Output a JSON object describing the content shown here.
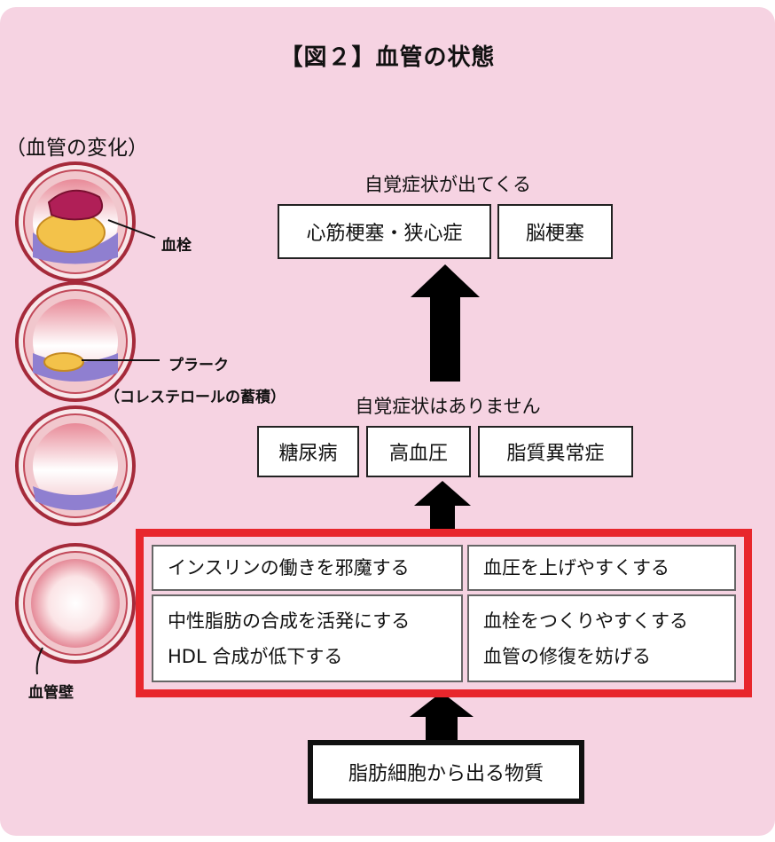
{
  "title": "【図２】血管の状態",
  "vessel_caption": "（血管の変化）",
  "vessel_labels": {
    "thrombus": "血栓",
    "plaque": "プラーク",
    "plaque_note": "（コレステロールの蓄積）",
    "wall": "血管壁"
  },
  "top_status": "自覚症状が出てくる",
  "top_boxes": [
    "心筋梗塞・狭心症",
    "脳梗塞"
  ],
  "middle_status": "自覚症状はありません",
  "middle_boxes": [
    "糖尿病",
    "高血圧",
    "脂質異常症"
  ],
  "effects": {
    "row1_left": "インスリンの働きを邪魔する",
    "row1_right": "血圧を上げやすくする",
    "row2_left": [
      "中性脂肪の合成を活発にする",
      "HDL 合成が低下する"
    ],
    "row2_right": [
      "血栓をつくりやすくする",
      "血管の修復を妨げる"
    ]
  },
  "source": "脂肪細胞から出る物質",
  "colors": {
    "background": "#f6d3e2",
    "frame": "#e8262c",
    "arrow": "#000000"
  }
}
